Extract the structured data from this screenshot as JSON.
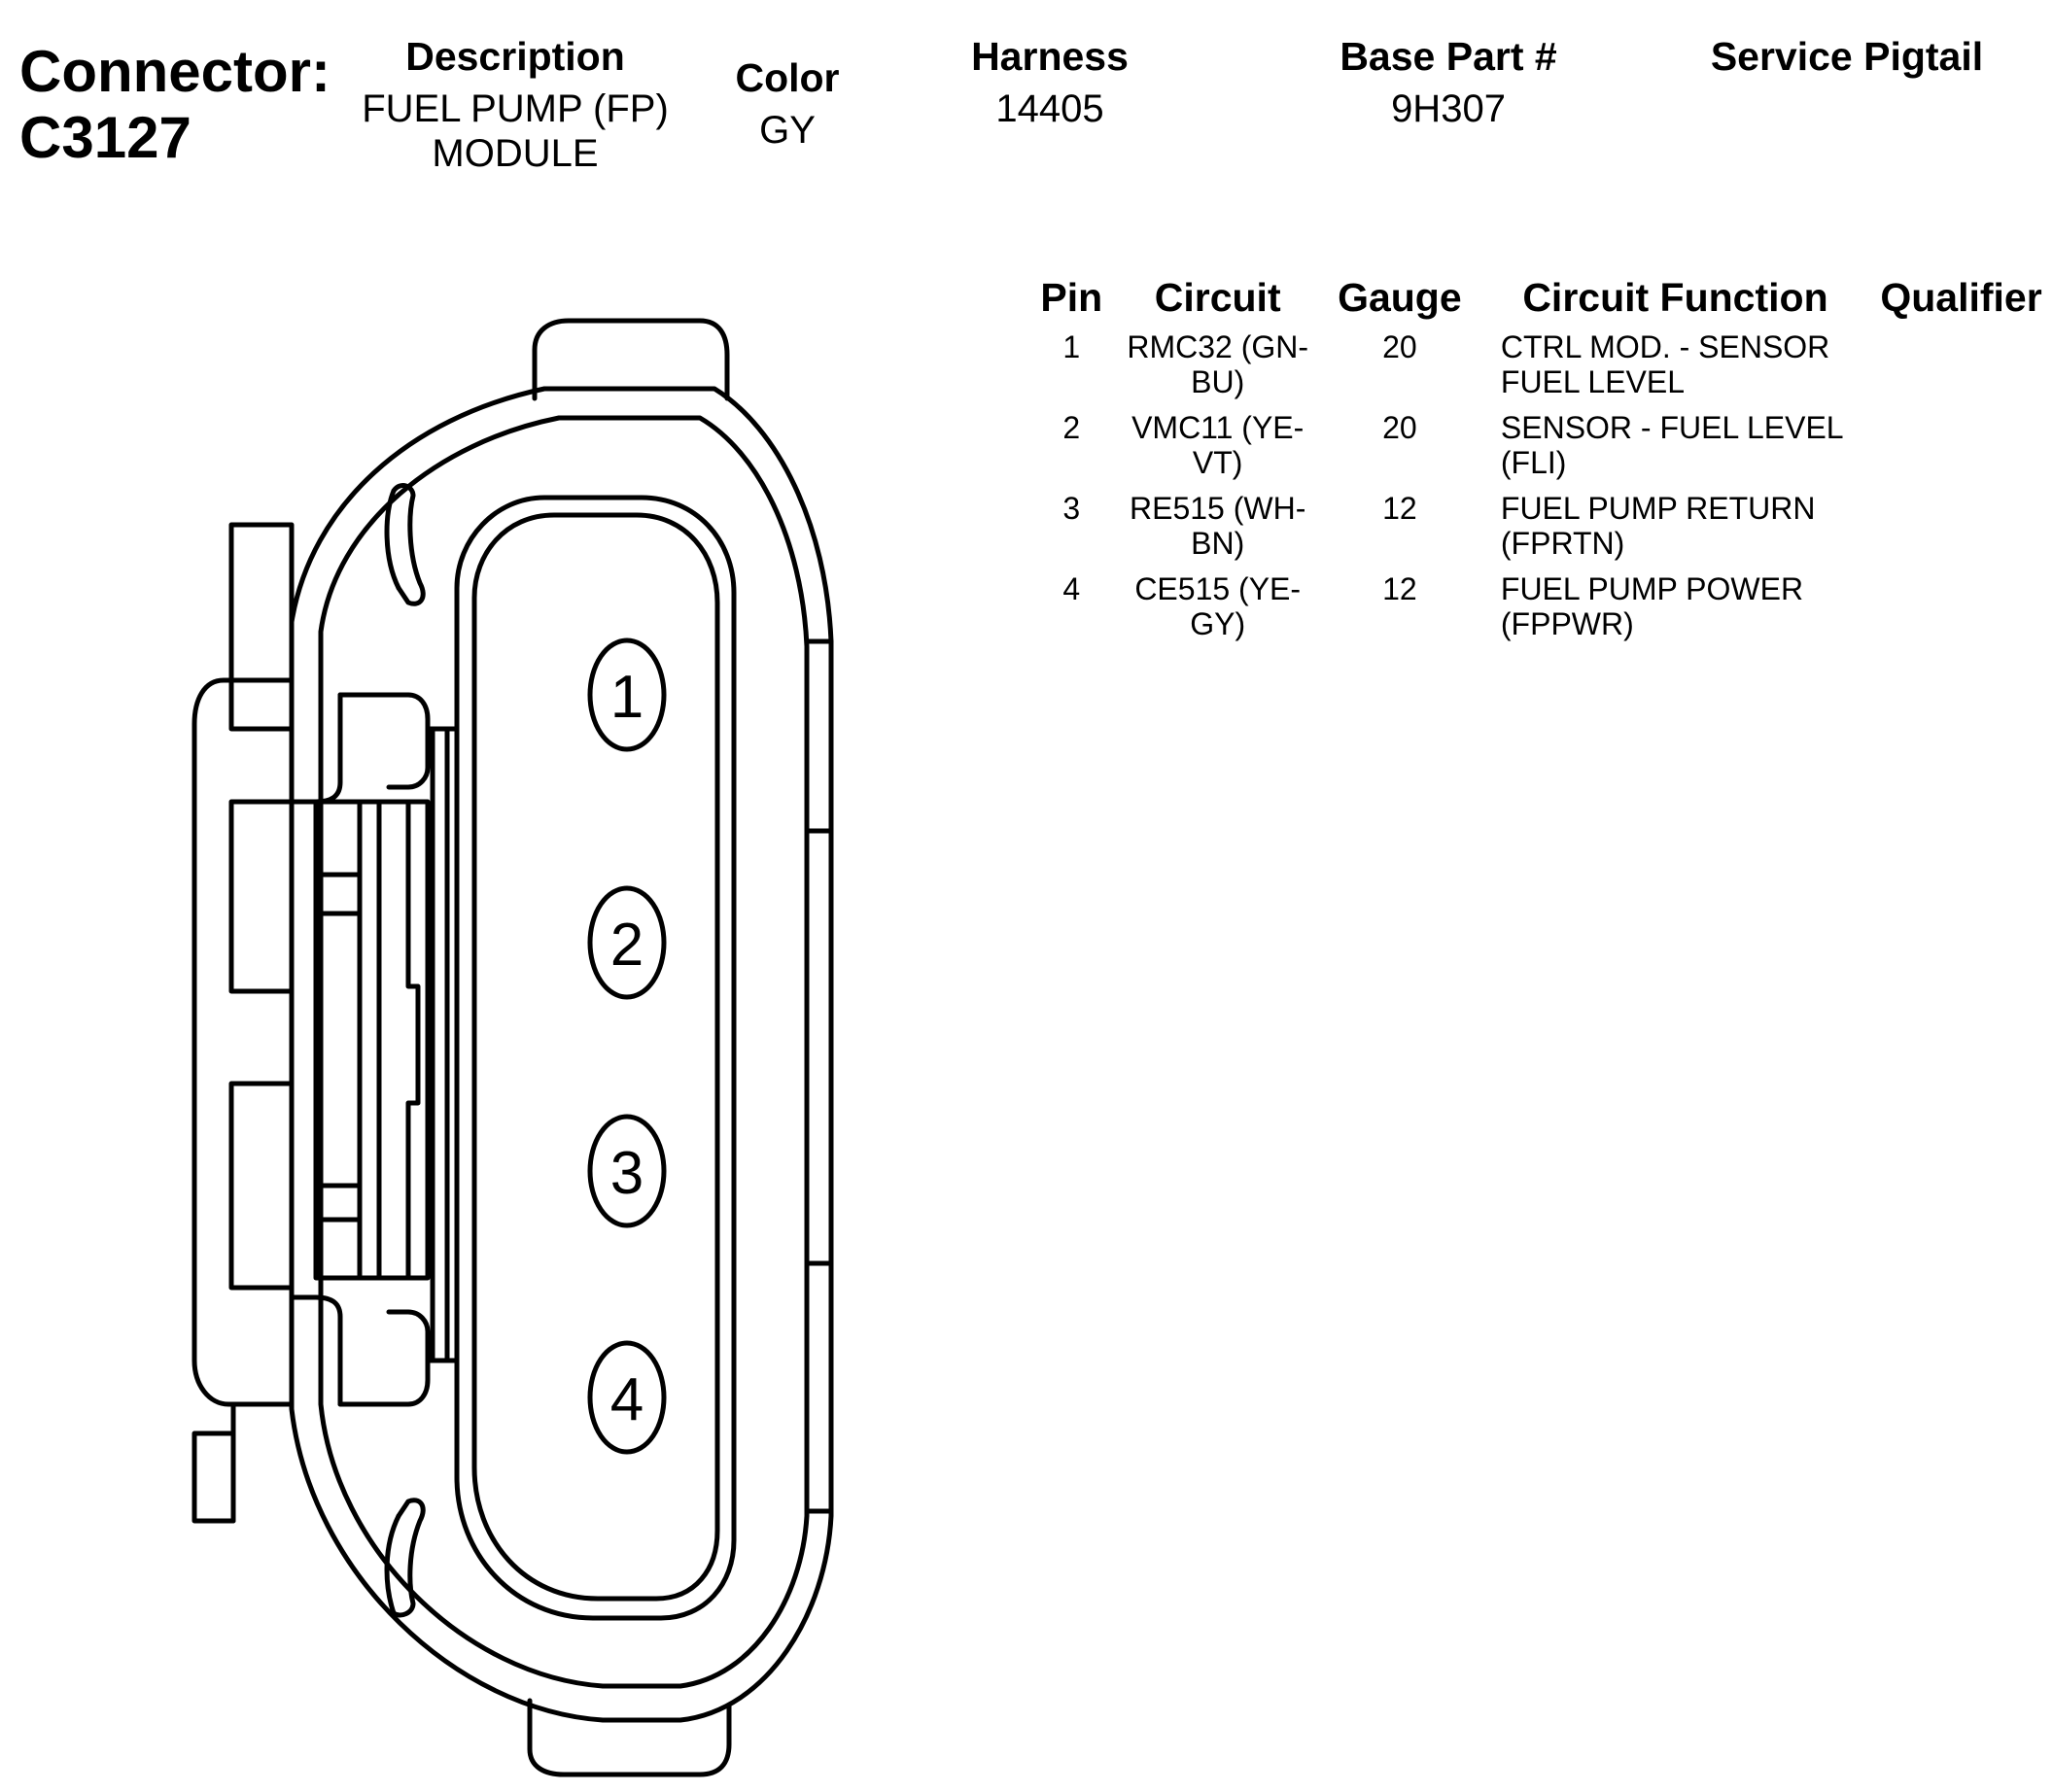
{
  "header": {
    "connector_label": "Connector:",
    "connector_id": "C3127",
    "description_label": "Description",
    "description_line1": "FUEL PUMP (FP)",
    "description_line2": "MODULE",
    "color_label": "Color",
    "color_value": "GY",
    "harness_label": "Harness",
    "harness_value": "14405",
    "base_part_label": "Base Part #",
    "base_part_value": "9H307",
    "service_pigtail_label": "Service Pigtail",
    "service_pigtail_value": ""
  },
  "pin_table": {
    "headers": {
      "pin": "Pin",
      "circuit": "Circuit",
      "gauge": "Gauge",
      "function": "Circuit Function",
      "qualifier": "Qualifier"
    },
    "rows": [
      {
        "pin": "1",
        "circuit_l1": "RMC32 (GN-",
        "circuit_l2": "BU)",
        "gauge": "20",
        "function_l1": "CTRL MOD. - SENSOR",
        "function_l2": "FUEL LEVEL",
        "qualifier": ""
      },
      {
        "pin": "2",
        "circuit_l1": "VMC11 (YE-",
        "circuit_l2": "VT)",
        "gauge": "20",
        "function_l1": "SENSOR - FUEL LEVEL",
        "function_l2": "(FLI)",
        "qualifier": ""
      },
      {
        "pin": "3",
        "circuit_l1": "RE515 (WH-",
        "circuit_l2": "BN)",
        "gauge": "12",
        "function_l1": "FUEL PUMP RETURN",
        "function_l2": "(FPRTN)",
        "qualifier": ""
      },
      {
        "pin": "4",
        "circuit_l1": "CE515 (YE-",
        "circuit_l2": "GY)",
        "gauge": "12",
        "function_l1": "FUEL PUMP POWER",
        "function_l2": "(FPPWR)",
        "qualifier": ""
      }
    ]
  },
  "diagram": {
    "cavity_labels": [
      "1",
      "2",
      "3",
      "4"
    ]
  }
}
